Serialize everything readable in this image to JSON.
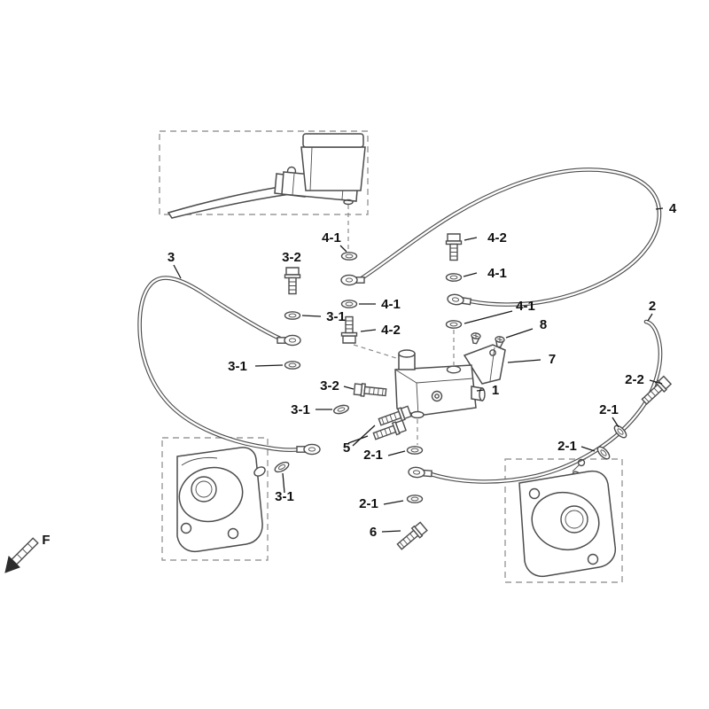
{
  "meta": {
    "page_background": "#ffffff",
    "line_color": "#4c4c4c",
    "label_color": "#111111",
    "box_dash_color": "#9a9a9a"
  },
  "callouts": [
    {
      "ref": "4-1"
    },
    {
      "ref": "4-2"
    },
    {
      "ref": "3-2"
    },
    {
      "ref": "3"
    },
    {
      "ref": "4-1"
    },
    {
      "ref": "4"
    },
    {
      "ref": "3-1"
    },
    {
      "ref": "4-1"
    },
    {
      "ref": "4-1"
    },
    {
      "ref": "2"
    },
    {
      "ref": "4-2"
    },
    {
      "ref": "8"
    },
    {
      "ref": "3-1"
    },
    {
      "ref": "7"
    },
    {
      "ref": "2-2"
    },
    {
      "ref": "1"
    },
    {
      "ref": "3-2"
    },
    {
      "ref": "2-1"
    },
    {
      "ref": "3-1"
    },
    {
      "ref": "5"
    },
    {
      "ref": "2-1"
    },
    {
      "ref": "2-1"
    },
    {
      "ref": "3-1"
    },
    {
      "ref": "2-1"
    },
    {
      "ref": "6"
    }
  ],
  "direction_indicator": {
    "label": "F"
  }
}
